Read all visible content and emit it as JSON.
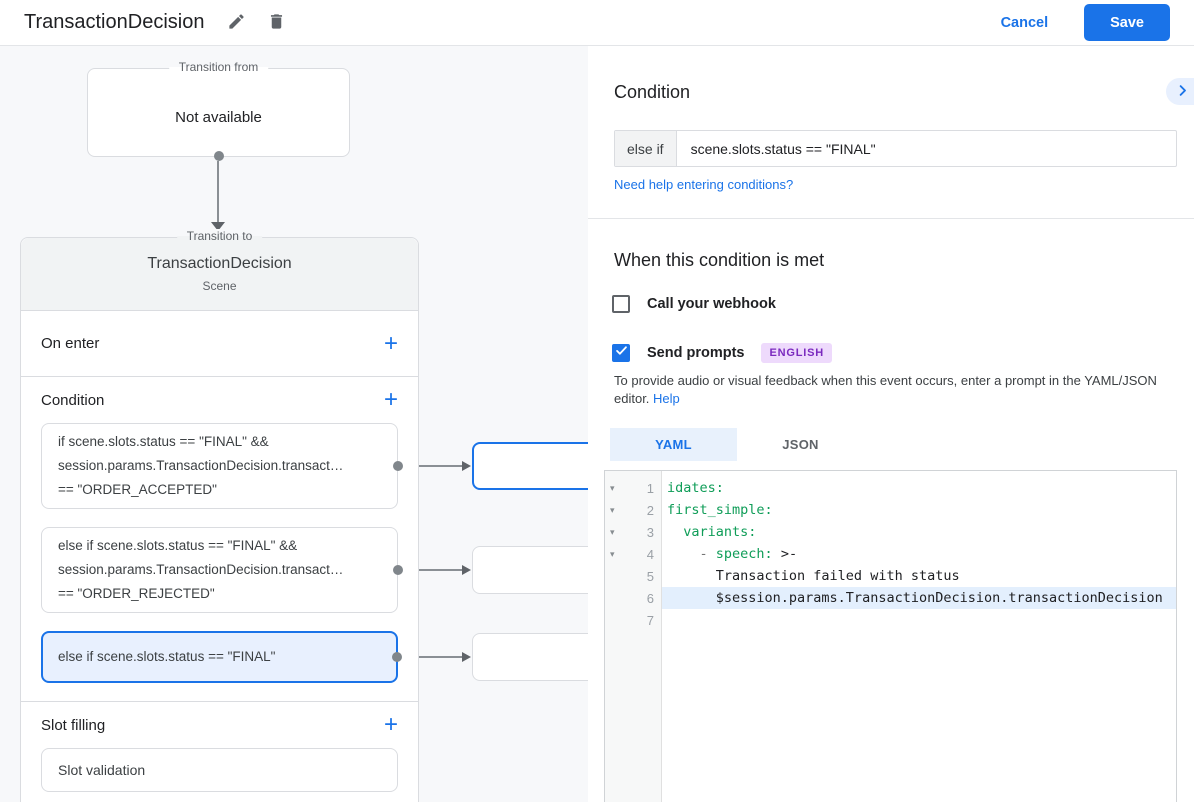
{
  "colors": {
    "accent": "#1a73e8",
    "yaml_key_green": "#0f9d58",
    "selected_bg": "#e8f0fe",
    "badge_bg": "#eedafc",
    "badge_text": "#7b2abf"
  },
  "header": {
    "title": "TransactionDecision",
    "cancel": "Cancel",
    "save": "Save"
  },
  "flow": {
    "transition_from": {
      "legend": "Transition from",
      "value": "Not available"
    },
    "scene_card": {
      "legend": "Transition to",
      "title": "TransactionDecision",
      "subtitle": "Scene",
      "on_enter_label": "On enter",
      "condition_label": "Condition",
      "conditions": [
        {
          "lines": [
            "if scene.slots.status == \"FINAL\" &&",
            "session.params.TransactionDecision.transact…",
            "== \"ORDER_ACCEPTED\""
          ]
        },
        {
          "lines": [
            "else if scene.slots.status == \"FINAL\" &&",
            "session.params.TransactionDecision.transact…",
            "== \"ORDER_REJECTED\""
          ]
        },
        {
          "lines": [
            "else if scene.slots.status == \"FINAL\""
          ]
        }
      ],
      "slot_filling_label": "Slot filling",
      "slot_item": "Slot validation"
    }
  },
  "panel": {
    "title": "Condition",
    "condition": {
      "prefix": "else if",
      "value": "scene.slots.status == \"FINAL\""
    },
    "help_link": "Need help entering conditions?",
    "when_met": "When this condition is met",
    "webhook_label": "Call your webhook",
    "prompts_label": "Send prompts",
    "language_badge": "ENGLISH",
    "description": "To provide audio or visual feedback when this event occurs, enter a prompt in the YAML/JSON editor.",
    "help_label": "Help",
    "tabs": {
      "yaml": "YAML",
      "json": "JSON"
    },
    "editor": {
      "lines": [
        {
          "num": "1",
          "code": "idates:"
        },
        {
          "num": "2",
          "code": "first_simple:"
        },
        {
          "num": "3",
          "code": "  variants:"
        },
        {
          "num": "4",
          "meta": "    - ",
          "key": "speech:",
          "rest": " >-"
        },
        {
          "num": "5",
          "code": "      Transaction failed with status"
        },
        {
          "num": "6",
          "code": "      $session.params.TransactionDecision.transactionDecision"
        },
        {
          "num": "7",
          "code": ""
        }
      ]
    }
  }
}
